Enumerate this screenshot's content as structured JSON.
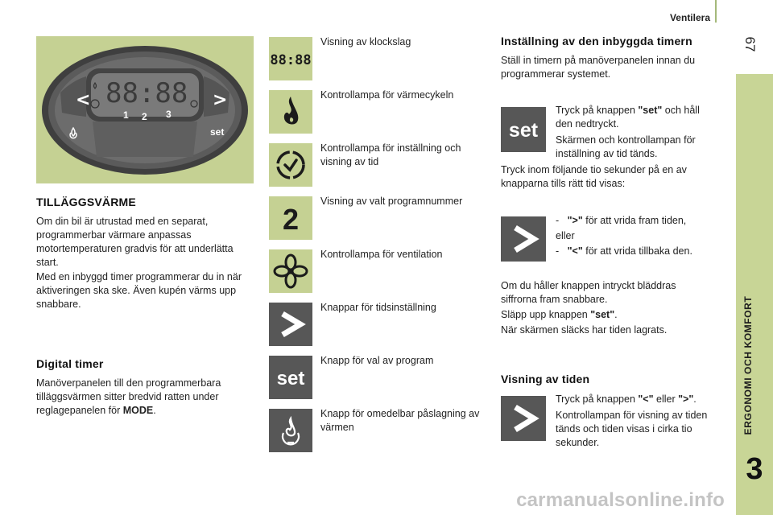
{
  "header": {
    "title": "Ventilera",
    "page_number": "67"
  },
  "side_tab": {
    "label": "ERGONOMI OCH KOMFORT",
    "chapter": "3"
  },
  "left": {
    "panel_digits": "88:88",
    "panel_numbers": [
      "1",
      "2",
      "3"
    ],
    "panel_set_label": "set",
    "panel_left_arrow": "<",
    "panel_right_arrow": ">",
    "heading_tillagg": "TILLÄGGSVÄRME",
    "para1": "Om din bil är utrustad med en separat, programmerbar värmare anpassas motortemperaturen gradvis för att underlätta start.",
    "para2": "Med en inbyggd timer programmerar du in när aktiveringen ska ske. Även kupén värms upp snabbare.",
    "heading_digital": "Digital timer",
    "para3_text": "Manöverpanelen till den programmerbara tilläggsvärmen sitter bredvid ratten under reglagepanelen för ",
    "para3_bold": "MODE",
    "para3_end": "."
  },
  "icons": [
    {
      "name": "clock-display-icon",
      "label": "Visning av klockslag",
      "glyph": "88:88"
    },
    {
      "name": "flame-icon",
      "label": "Kontrollampa för värmecykeln"
    },
    {
      "name": "clock-setting-icon",
      "label": "Kontrollampa för inställning och visning av tid"
    },
    {
      "name": "program-number-icon",
      "label": "Visning av valt programnummer",
      "glyph": "2"
    },
    {
      "name": "fan-icon",
      "label": "Kontrollampa för ventilation"
    },
    {
      "name": "arrow-right-icon",
      "label": "Knappar för tidsinställning"
    },
    {
      "name": "set-key-icon",
      "label": "Knapp för val av program",
      "glyph": "set"
    },
    {
      "name": "heat-button-icon",
      "label": "Knapp för omedelbar påslagning av värmen"
    }
  ],
  "right": {
    "heading_timer": "Inställning av den inbyggda timern",
    "intro": "Ställ in timern på manöverpanelen innan du programmerar systemet.",
    "set_key_glyph": "set",
    "step1_a": "Tryck på knappen ",
    "step1_b": "\"set\"",
    "step1_c": " och håll den nedtryckt.",
    "step2": "Skärmen och kontrollampan för inställning av tid tänds.",
    "step3": "Tryck inom följande tio sekunder på en av knapparna tills rätt tid visas:",
    "dash": "-",
    "opt1_key": "\">\"",
    "opt1_text": " för att vrida fram tiden,",
    "or": "eller",
    "opt2_key": "\"<\"",
    "opt2_text": " för att vrida tillbaka den.",
    "hold": "Om du håller knappen intryckt bläddras siffrorna fram snabbare.",
    "release_a": "Släpp upp knappen ",
    "release_b": "\"set\"",
    "release_c": ".",
    "saved": "När skärmen släcks har tiden lagrats.",
    "heading_visning": "Visning av tiden",
    "vis1_a": "Tryck på knappen ",
    "vis1_b": "\"<\"",
    "vis1_c": " eller ",
    "vis1_d": "\">\"",
    "vis1_e": ".",
    "vis2": "Kontrollampan för visning av tiden tänds och tiden visas i cirka tio sekunder."
  },
  "watermark": "carmanualsonline.info"
}
